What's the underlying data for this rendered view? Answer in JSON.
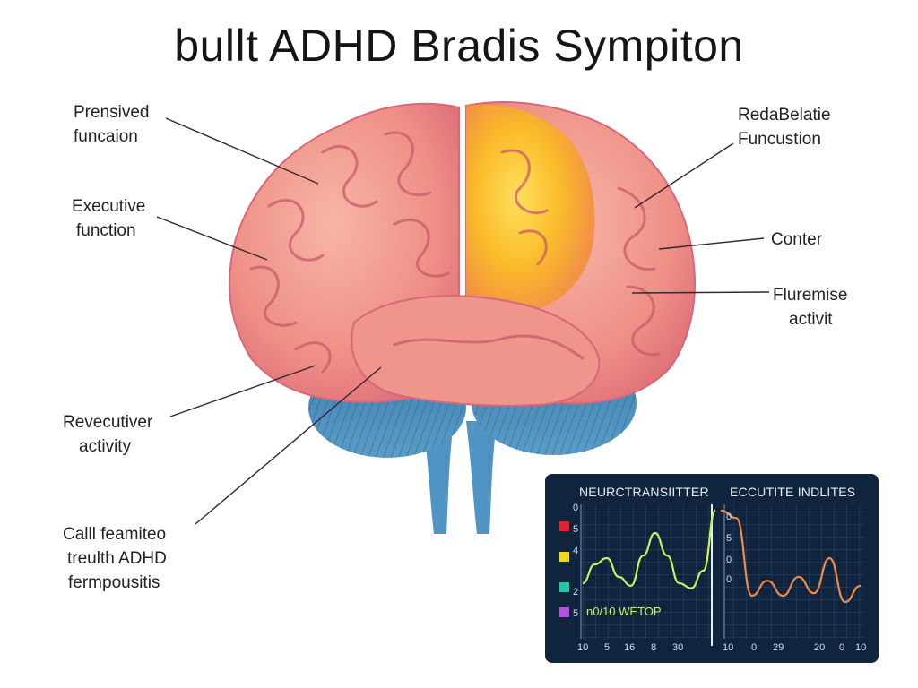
{
  "title": "bullt ADHD  Bradis Sympiton",
  "labels": {
    "perceived": [
      "Prensived",
      "funcaion"
    ],
    "executive": [
      "Executive",
      "function"
    ],
    "revecutiver": [
      "Revecutiver",
      "activity"
    ],
    "call": [
      "Calll feamiteo",
      "treulth ADHD",
      "fermpousitis"
    ],
    "redabelatie": [
      "RedaBelatie",
      "Funcustion"
    ],
    "conter": [
      "Conter"
    ],
    "fluremise": [
      "Fluremise",
      "activit"
    ]
  },
  "panel": {
    "title_left": "NEURCTRANSIITTER",
    "title_right": "ECCUTITE INDLITES",
    "overlay": "n0/10 WETOP",
    "legend_colors": [
      "#e0202a",
      "#f4d81c",
      "#1fc7a6",
      "#b550e0"
    ],
    "y_ticks": [
      "0",
      "5",
      "4",
      "2",
      "5"
    ],
    "x_ticks_left": [
      "10",
      "5",
      "16",
      "8",
      "30"
    ],
    "x_ticks_right": [
      "10",
      "0",
      "29",
      "20",
      "0",
      "10"
    ],
    "right_top_ticks": [
      "0",
      "5",
      "0",
      "0"
    ]
  },
  "colors": {
    "brain_pink": "#f19b8f",
    "brain_yellow": "#fbc62c",
    "cerebellum_blue": "#4e8ab8",
    "panel_bg": "#10243e",
    "green_wave": "#c8f25e",
    "orange_wave": "#f28a4a"
  },
  "chart_data": [
    {
      "type": "line",
      "title": "NEURCTRANSIITTER",
      "xlabel": "",
      "ylabel": "",
      "series": [
        {
          "values": [
            0.4,
            0.55,
            0.6,
            0.45,
            0.38,
            0.62,
            0.8,
            0.62,
            0.4,
            0.36,
            0.5,
            0.98
          ]
        }
      ]
    },
    {
      "type": "line",
      "title": "ECCUTITE INDLITES",
      "xlabel": "",
      "ylabel": "",
      "series": [
        {
          "values": [
            0.98,
            0.92,
            0.3,
            0.42,
            0.3,
            0.45,
            0.32,
            0.6,
            0.25,
            0.38
          ]
        }
      ]
    }
  ]
}
